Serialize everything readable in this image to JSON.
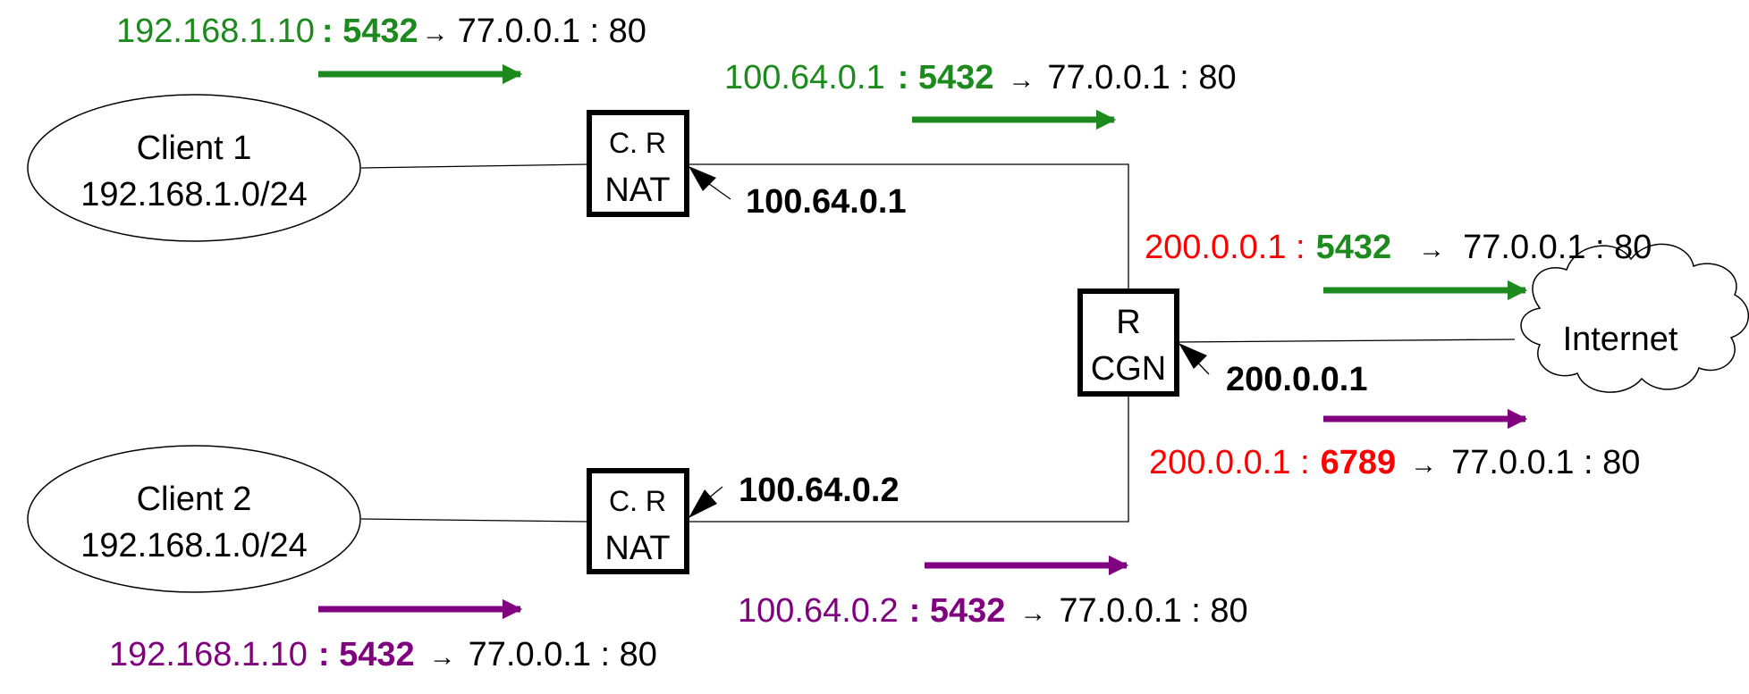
{
  "colors": {
    "green": "#1d8a1d",
    "purple": "#800080",
    "red": "#ff0000",
    "black": "#000000"
  },
  "nodes": {
    "client1": {
      "name": "Client 1",
      "subnet": "192.168.1.0/24"
    },
    "client2": {
      "name": "Client 2",
      "subnet": "192.168.1.0/24"
    },
    "nat1": {
      "line1": "C. R",
      "line2": "NAT"
    },
    "nat2": {
      "line1": "C. R",
      "line2": "NAT"
    },
    "cgn": {
      "line1": "R",
      "line2": "CGN"
    },
    "internet": {
      "name": "Internet"
    }
  },
  "addresses": {
    "nat1": "100.64.0.1",
    "nat2": "100.64.0.2",
    "cgn": "200.0.0.1"
  },
  "flows": {
    "c1_private": {
      "src": "192.168.1.10",
      "port": ": 5432",
      "arrow": "→",
      "dst": "77.0.0.1 : 80"
    },
    "c1_nat": {
      "src": "100.64.0.1",
      "port": ": 5432",
      "arrow": "→",
      "dst": "77.0.0.1 : 80"
    },
    "c1_public": {
      "src": "200.0.0.1 :",
      "port": "5432",
      "arrow": "→",
      "dst": "77.0.0.1  : 80"
    },
    "c2_private": {
      "src": "192.168.1.10",
      "port": ": 5432",
      "arrow": "→",
      "dst": "77.0.0.1 : 80"
    },
    "c2_nat": {
      "src": "100.64.0.2",
      "port": ": 5432",
      "arrow": "→",
      "dst": "77.0.0.1 : 80"
    },
    "c2_public": {
      "src": "200.0.0.1 :",
      "port": "6789",
      "arrow": "→",
      "dst": "77.0.0.1 : 80"
    }
  }
}
